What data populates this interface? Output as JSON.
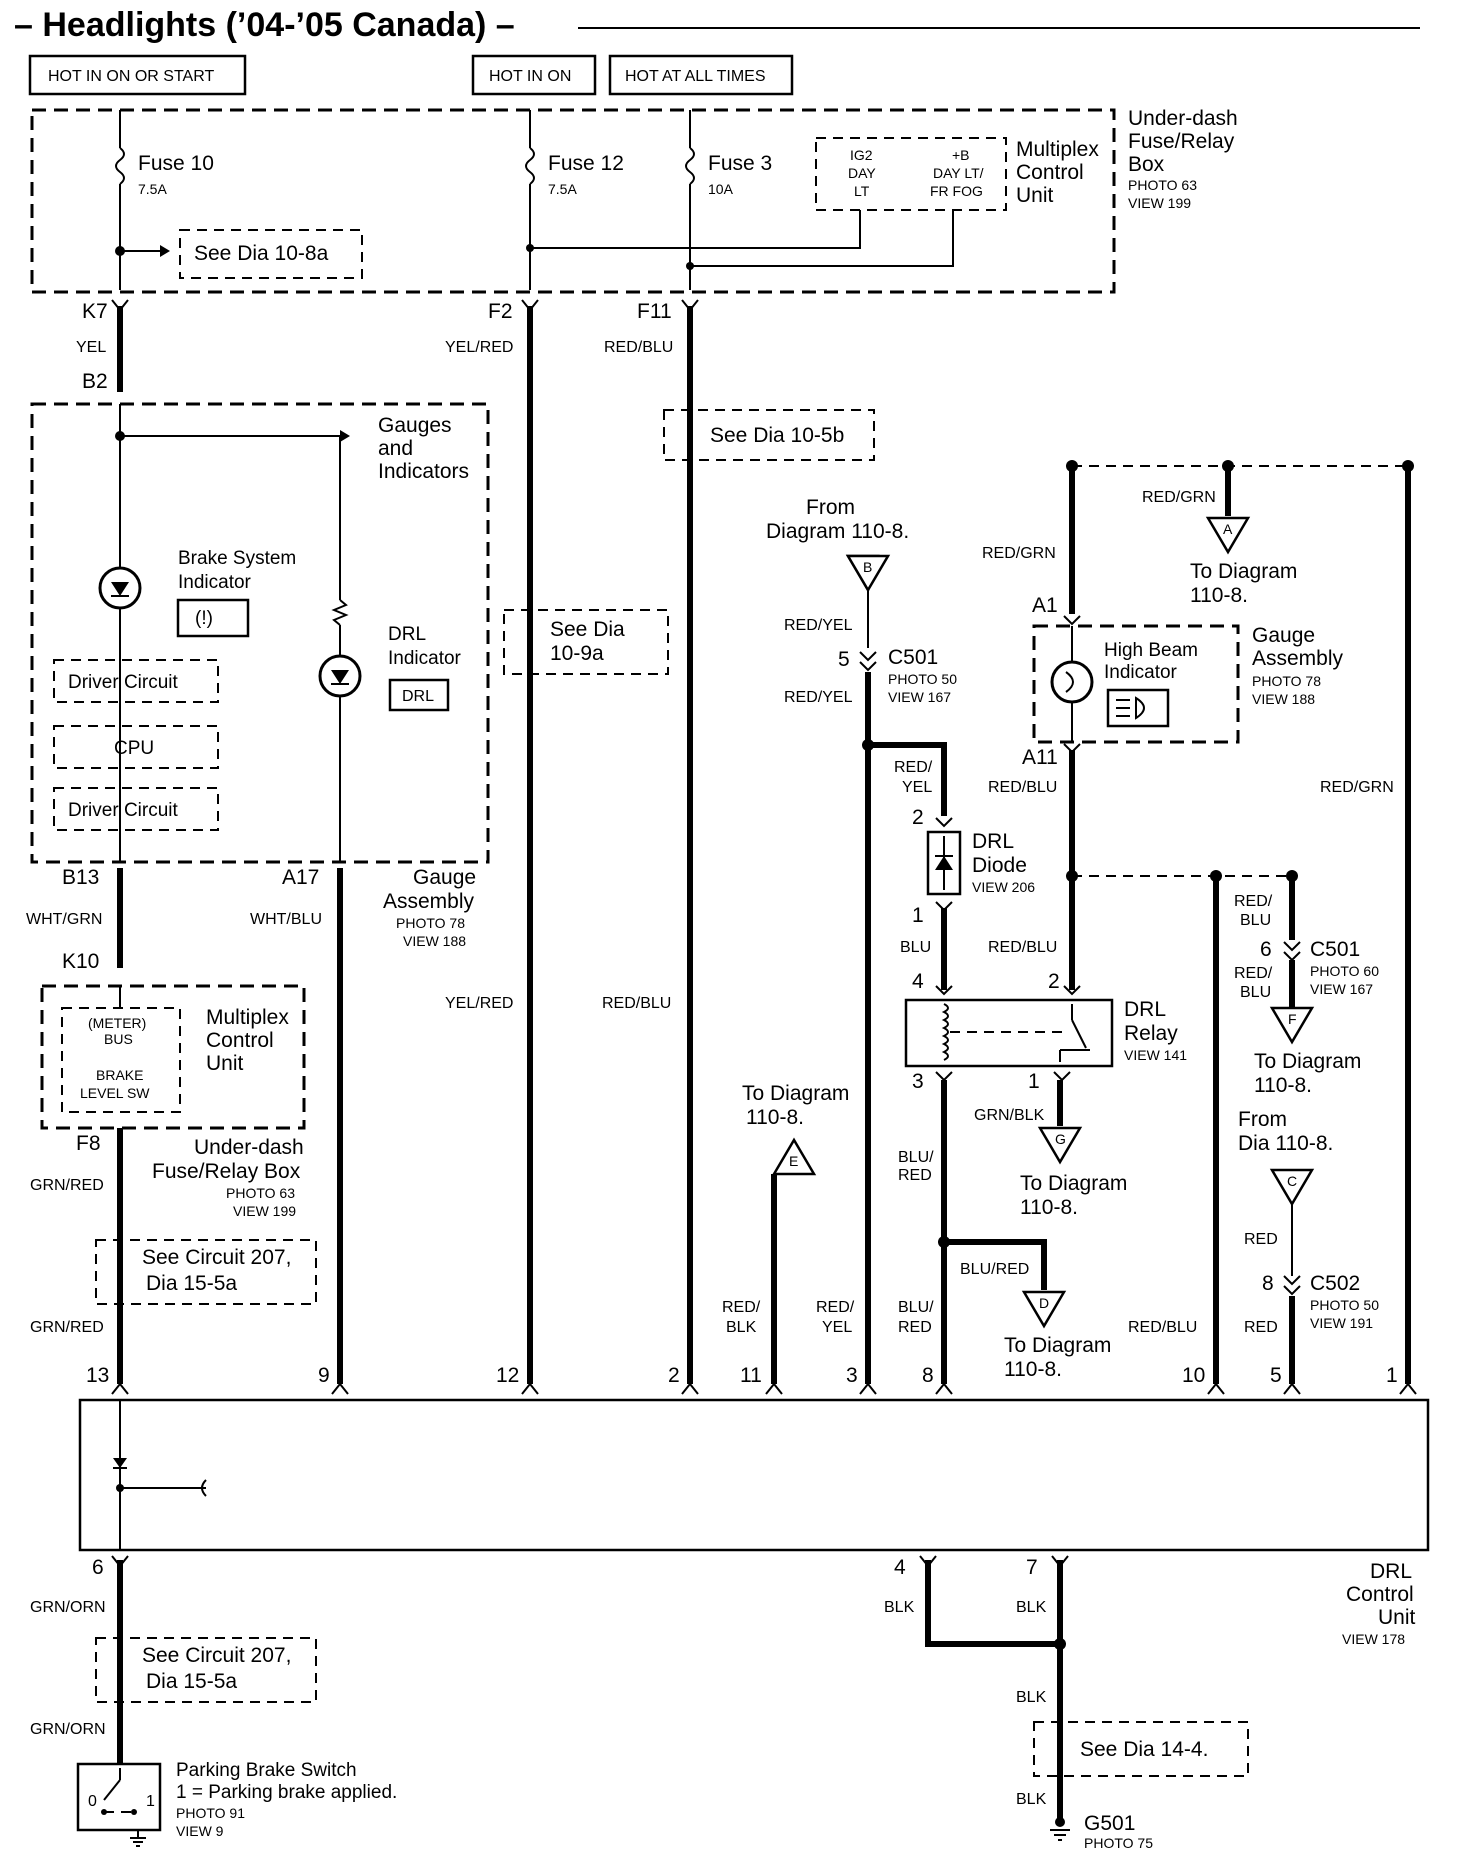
{
  "title": "– Headlights (’04-’05 Canada) –",
  "power": {
    "hot_in_on_or_start": "HOT IN ON OR START",
    "hot_in_on": "HOT IN ON",
    "hot_at_all_times": "HOT AT ALL TIMES"
  },
  "fuse_box": {
    "name_l1": "Under-dash",
    "name_l2": "Fuse/Relay",
    "name_l3": "Box",
    "photo": "PHOTO 63",
    "view": "VIEW 199",
    "fuse10": "Fuse 10",
    "fuse10_amp": "7.5A",
    "fuse12": "Fuse 12",
    "fuse12_amp": "7.5A",
    "fuse3": "Fuse 3",
    "fuse3_amp": "10A",
    "see_dia_10_8a": "See Dia 10-8a",
    "mcu_l1": "Multiplex",
    "mcu_l2": "Control",
    "mcu_l3": "Unit",
    "ig2_l1": "IG2",
    "ig2_l2": "DAY",
    "ig2_l3": "LT",
    "b_l1": "+B",
    "b_l2": "DAY LT/",
    "b_l3": "FR FOG"
  },
  "connectors": {
    "k7": "K7",
    "f2": "F2",
    "f11": "F11",
    "b2": "B2",
    "b13": "B13",
    "a17": "A17",
    "k10": "K10",
    "f8": "F8",
    "a1": "A1",
    "a11": "A11"
  },
  "wires": {
    "yel": "YEL",
    "yel_red": "YEL/RED",
    "red_blu": "RED/BLU",
    "wht_grn": "WHT/GRN",
    "wht_blu": "WHT/BLU",
    "grn_red": "GRN/RED",
    "grn_orn": "GRN/ORN",
    "red_yel": "RED/YEL",
    "red_grn": "RED/GRN",
    "red_slash": "RED/",
    "yel_only": "YEL",
    "blu_slash": "BLU/",
    "red_only": "RED",
    "blk_slash": "BLK",
    "blu": "BLU",
    "grn_blk": "GRN/BLK",
    "blu_red": "BLU/RED",
    "blu_only": "BLU",
    "blk": "BLK"
  },
  "gauge_assembly": {
    "gauges_l1": "Gauges",
    "gauges_l2": "and",
    "gauges_l3": "Indicators",
    "brake_l1": "Brake System",
    "brake_l2": "Indicator",
    "brake_symbol": "(!)",
    "drl_l1": "DRL",
    "drl_l2": "Indicator",
    "drl_badge": "DRL",
    "driver_circuit_1": "Driver Circuit",
    "cpu": "CPU",
    "driver_circuit_2": "Driver Circuit",
    "name_l1": "Gauge",
    "name_l2": "Assembly",
    "photo": "PHOTO 78",
    "view": "VIEW 188"
  },
  "see_refs": {
    "dia_10_5b": "See Dia 10-5b",
    "dia_10_9a_l1": "See Dia",
    "dia_10_9a_l2": "10-9a",
    "circuit_207_l1": "See Circuit 207,",
    "circuit_207_l2": "Dia 15-5a",
    "dia_14_4": "See Dia 14-4."
  },
  "mcu2": {
    "meter_l1": "(METER)",
    "meter_l2": "BUS",
    "brake_l1": "BRAKE",
    "brake_l2": "LEVEL SW",
    "name_l1": "Multiplex",
    "name_l2": "Control",
    "name_l3": "Unit",
    "box_l1": "Under-dash",
    "box_l2": "Fuse/Relay Box",
    "photo": "PHOTO 63",
    "view": "VIEW 199"
  },
  "offpage": {
    "from_l1": "From",
    "from_l2": "Diagram 110-8.",
    "b": "B",
    "a": "A",
    "to_a_l1": "To Diagram",
    "to_a_l2": "110-8.",
    "e": "E",
    "to_e_l1": "To Diagram",
    "to_e_l2": "110-8.",
    "g": "G",
    "to_g_l1": "To Diagram",
    "to_g_l2": "110-8.",
    "d": "D",
    "to_d_l1": "To Diagram",
    "to_d_l2": "110-8.",
    "f": "F",
    "to_f_l1": "To Diagram",
    "to_f_l2": "110-8.",
    "c": "C",
    "from_c_l1": "From",
    "from_c_l2": "Dia 110-8."
  },
  "c501a": {
    "pin": "5",
    "name": "C501",
    "photo": "PHOTO 50",
    "view": "VIEW 167"
  },
  "c501b": {
    "pin": "6",
    "name": "C501",
    "photo": "PHOTO 60",
    "view": "VIEW 167"
  },
  "c502": {
    "pin": "8",
    "name": "C502",
    "photo": "PHOTO 50",
    "view": "VIEW 191"
  },
  "high_beam": {
    "name_l1": "High Beam",
    "name_l2": "Indicator",
    "gauge_l1": "Gauge",
    "gauge_l2": "Assembly",
    "photo": "PHOTO 78",
    "view": "VIEW 188"
  },
  "drl_diode": {
    "pin2": "2",
    "pin1": "1",
    "name_l1": "DRL",
    "name_l2": "Diode",
    "view": "VIEW 206"
  },
  "drl_relay": {
    "pin4": "4",
    "pin2": "2",
    "pin3": "3",
    "pin1": "1",
    "name_l1": "DRL",
    "name_l2": "Relay",
    "view": "VIEW 141"
  },
  "drl_control": {
    "pins_top": [
      "13",
      "9",
      "12",
      "2",
      "11",
      "3",
      "8",
      "10",
      "5",
      "1"
    ],
    "pin6": "6",
    "pin4": "4",
    "pin7": "7",
    "name_l1": "DRL",
    "name_l2": "Control",
    "name_l3": "Unit",
    "view": "VIEW 178"
  },
  "parking_brake": {
    "name": "Parking Brake Switch",
    "state": "1 = Parking brake applied.",
    "pos0": "0",
    "pos1": "1",
    "photo": "PHOTO 91",
    "view": "VIEW 9"
  },
  "ground": {
    "name": "G501",
    "photo": "PHOTO 75"
  }
}
